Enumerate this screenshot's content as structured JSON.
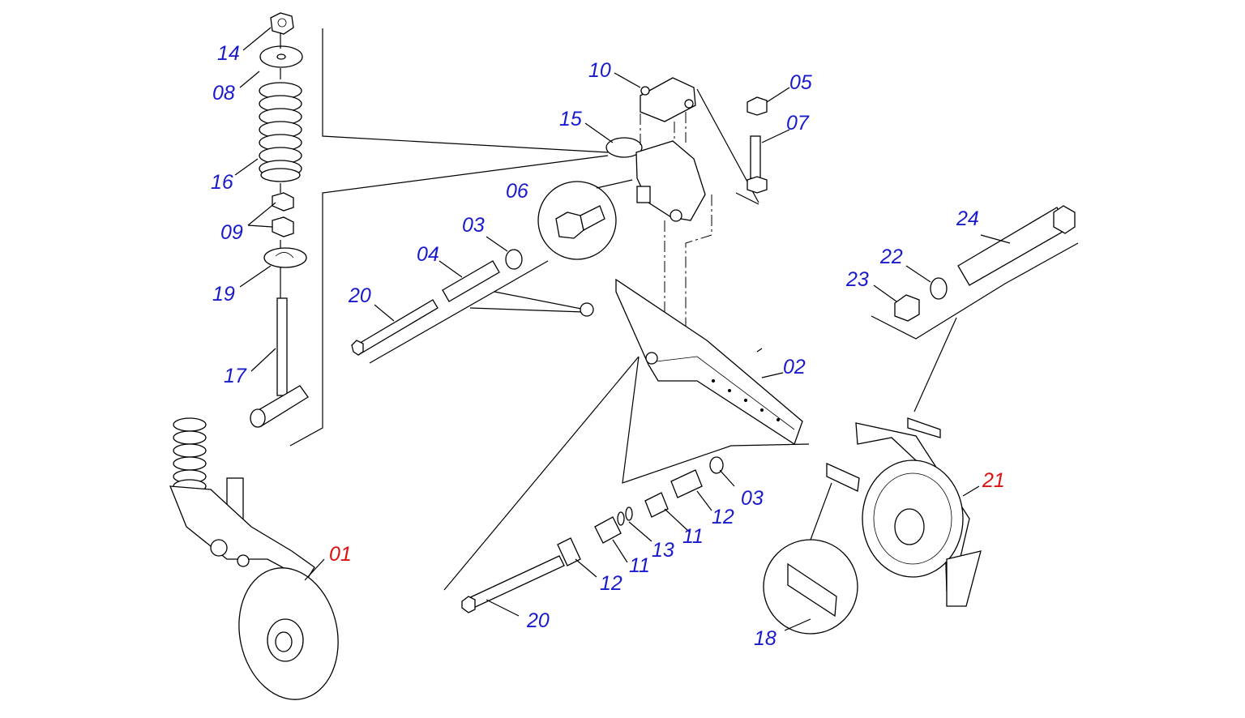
{
  "colors": {
    "part_number": "#1a1acd",
    "assembly_number": "#e01010",
    "line": "#000000"
  },
  "labels": [
    {
      "id": "l14",
      "text": "14",
      "kind": "part"
    },
    {
      "id": "l08",
      "text": "08",
      "kind": "part"
    },
    {
      "id": "l16",
      "text": "16",
      "kind": "part"
    },
    {
      "id": "l09",
      "text": "09",
      "kind": "part"
    },
    {
      "id": "l19",
      "text": "19",
      "kind": "part"
    },
    {
      "id": "l17",
      "text": "17",
      "kind": "part"
    },
    {
      "id": "l01",
      "text": "01",
      "kind": "assembly"
    },
    {
      "id": "l10",
      "text": "10",
      "kind": "part"
    },
    {
      "id": "l15",
      "text": "15",
      "kind": "part"
    },
    {
      "id": "l06",
      "text": "06",
      "kind": "part"
    },
    {
      "id": "l03a",
      "text": "03",
      "kind": "part"
    },
    {
      "id": "l04",
      "text": "04",
      "kind": "part"
    },
    {
      "id": "l20a",
      "text": "20",
      "kind": "part"
    },
    {
      "id": "l05",
      "text": "05",
      "kind": "part"
    },
    {
      "id": "l07",
      "text": "07",
      "kind": "part"
    },
    {
      "id": "l02",
      "text": "02",
      "kind": "part"
    },
    {
      "id": "l03b",
      "text": "03",
      "kind": "part"
    },
    {
      "id": "l12a",
      "text": "12",
      "kind": "part"
    },
    {
      "id": "l11a",
      "text": "11",
      "kind": "part"
    },
    {
      "id": "l13",
      "text": "13",
      "kind": "part"
    },
    {
      "id": "l11b",
      "text": "11",
      "kind": "part"
    },
    {
      "id": "l12b",
      "text": "12",
      "kind": "part"
    },
    {
      "id": "l20b",
      "text": "20",
      "kind": "part"
    },
    {
      "id": "l24",
      "text": "24",
      "kind": "part"
    },
    {
      "id": "l22",
      "text": "22",
      "kind": "part"
    },
    {
      "id": "l23",
      "text": "23",
      "kind": "part"
    },
    {
      "id": "l21",
      "text": "21",
      "kind": "assembly"
    },
    {
      "id": "l18",
      "text": "18",
      "kind": "part"
    }
  ]
}
